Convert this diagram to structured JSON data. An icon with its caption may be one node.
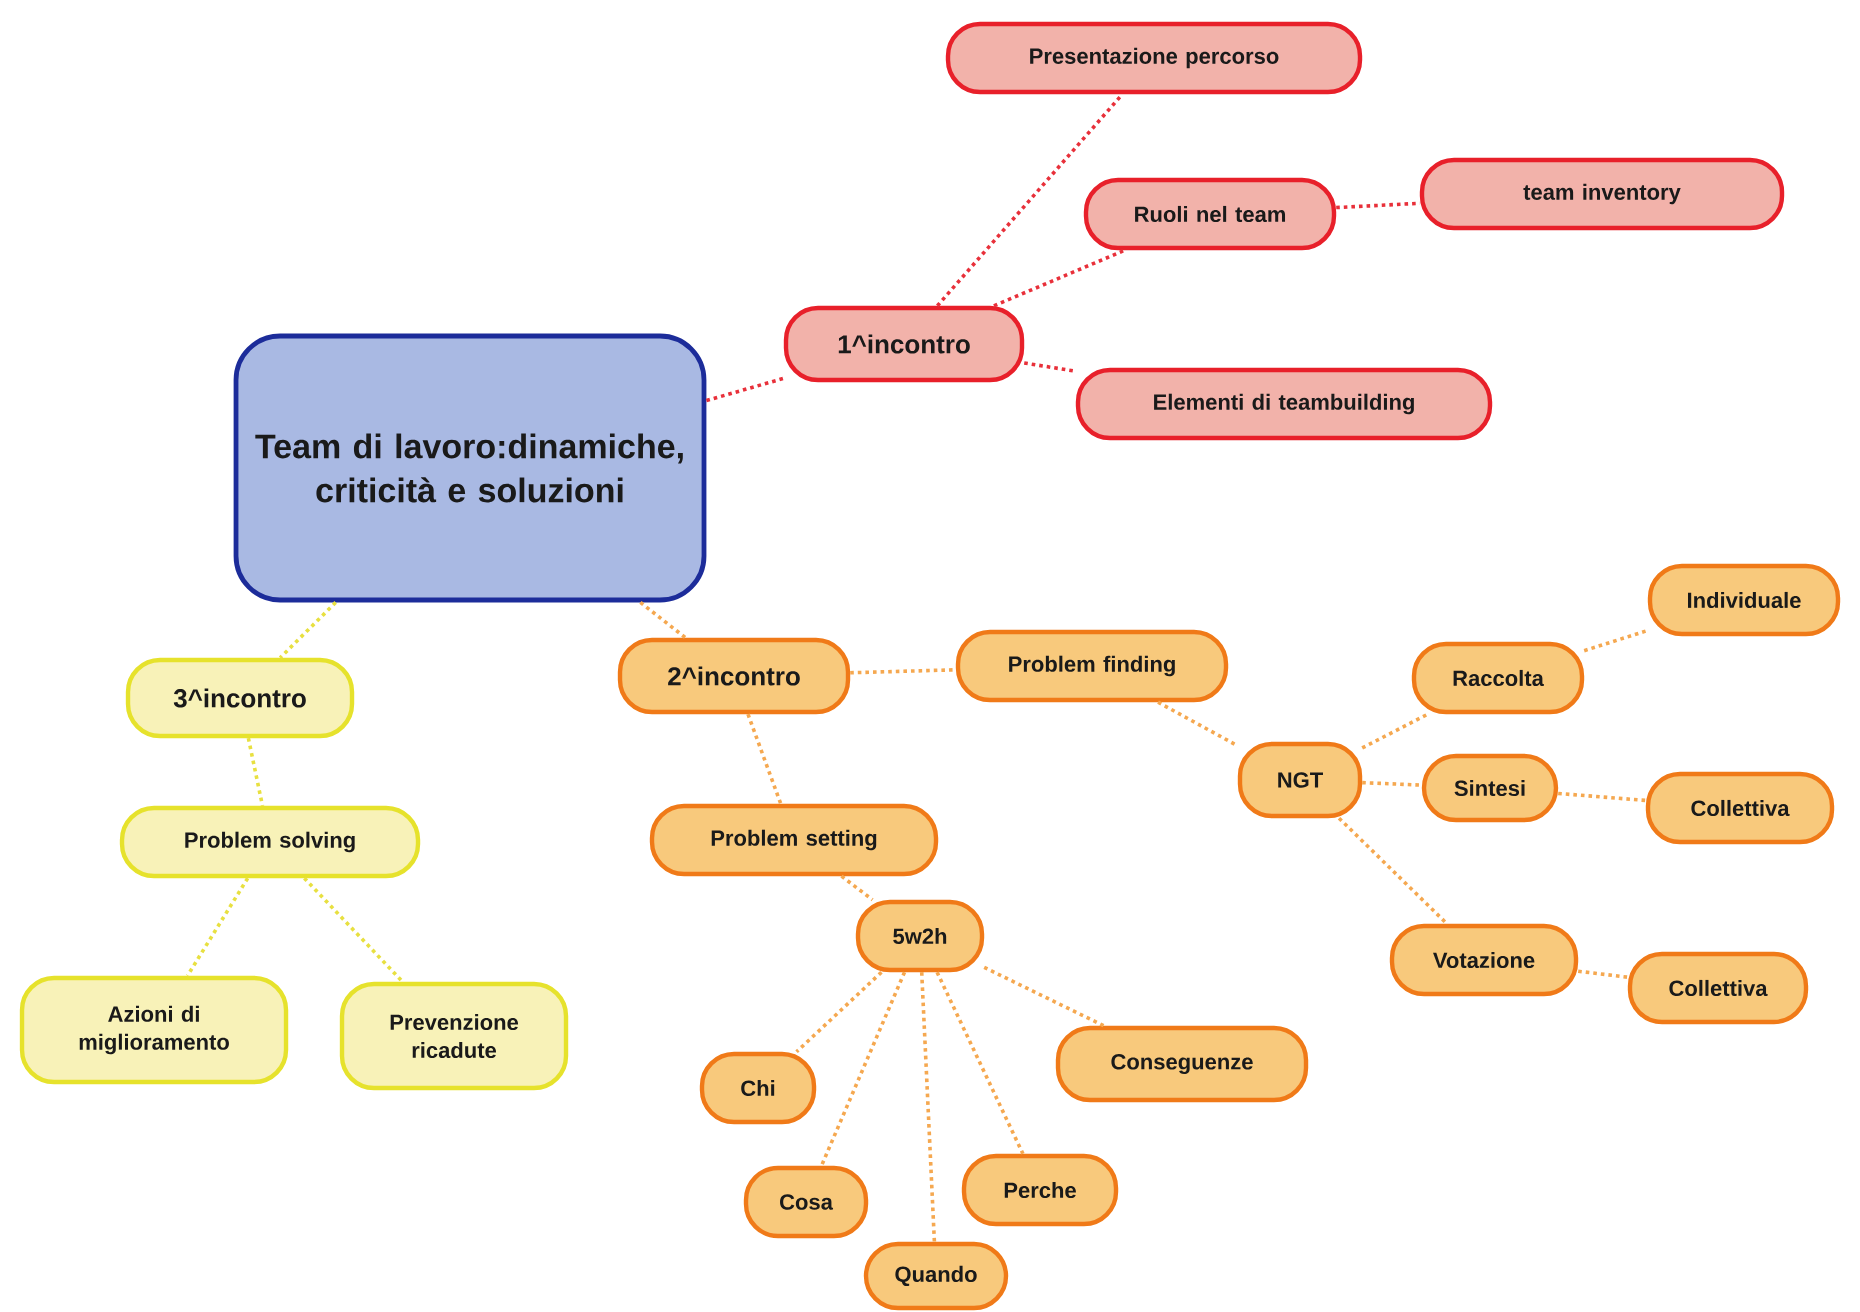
{
  "diagram": {
    "nodes": [
      {
        "text": [
          "Team di lavoro:dinamiche, criticità e soluzioni"
        ]
      },
      {
        "text": [
          "1^incontro"
        ]
      },
      {
        "text": [
          "Presentazione percorso"
        ]
      },
      {
        "text": [
          "Ruoli nel team"
        ]
      },
      {
        "text": [
          "team inventory"
        ]
      },
      {
        "text": [
          "Elementi di teambuilding"
        ]
      },
      {
        "text": [
          "2^incontro"
        ]
      },
      {
        "text": [
          "Problem finding"
        ]
      },
      {
        "text": [
          "NGT"
        ]
      },
      {
        "text": [
          "Raccolta"
        ]
      },
      {
        "text": [
          "Individuale"
        ]
      },
      {
        "text": [
          "Sintesi"
        ]
      },
      {
        "text": [
          "Collettiva"
        ]
      },
      {
        "text": [
          "Votazione"
        ]
      },
      {
        "text": [
          "Collettiva"
        ]
      },
      {
        "text": [
          "Problem setting"
        ]
      },
      {
        "text": [
          "5w2h"
        ]
      },
      {
        "text": [
          "Chi"
        ]
      },
      {
        "text": [
          "Cosa"
        ]
      },
      {
        "text": [
          "Quando"
        ]
      },
      {
        "text": [
          "Perche"
        ]
      },
      {
        "text": [
          "Conseguenze"
        ]
      },
      {
        "text": [
          "3^incontro"
        ]
      },
      {
        "text": [
          "Problem solving"
        ]
      },
      {
        "text": [
          "Azioni di miglioramento"
        ]
      },
      {
        "text": [
          "Prevenzione ricadute"
        ]
      }
    ],
    "edges": [
      {
        "from": 0,
        "to": 1,
        "arrow": "none",
        "color": "#e8303a"
      },
      {
        "from": 1,
        "to": 2,
        "arrow": "none",
        "color": "#e8303a"
      },
      {
        "from": 1,
        "to": 3,
        "arrow": "none",
        "color": "#e8303a"
      },
      {
        "from": 3,
        "to": 4,
        "arrow": "none",
        "color": "#e8303a"
      },
      {
        "from": 1,
        "to": 5,
        "arrow": "none",
        "color": "#e8303a"
      },
      {
        "from": 0,
        "to": 6,
        "arrow": "none"
      },
      {
        "from": 6,
        "to": 7,
        "arrow": "none"
      },
      {
        "from": 7,
        "to": 8,
        "arrow": "none"
      },
      {
        "from": 8,
        "to": 9,
        "arrow": "none"
      },
      {
        "from": 9,
        "to": 10,
        "arrow": "none"
      },
      {
        "from": 8,
        "to": 11,
        "arrow": "none"
      },
      {
        "from": 11,
        "to": 12,
        "arrow": "none"
      },
      {
        "from": 8,
        "to": 13,
        "arrow": "none"
      },
      {
        "from": 13,
        "to": 14,
        "arrow": "none"
      },
      {
        "from": 6,
        "to": 15,
        "arrow": "none"
      },
      {
        "from": 15,
        "to": 16,
        "arrow": "none"
      },
      {
        "from": 16,
        "to": 17,
        "arrow": "none"
      },
      {
        "from": 16,
        "to": 18,
        "arrow": "none"
      },
      {
        "from": 16,
        "to": 19,
        "arrow": "none"
      },
      {
        "from": 16,
        "to": 20,
        "arrow": "none"
      },
      {
        "from": 16,
        "to": 21,
        "arrow": "none"
      },
      {
        "from": 0,
        "to": 22,
        "arrow": "none",
        "color": "#e8e040"
      },
      {
        "from": 22,
        "to": 23,
        "arrow": "none",
        "color": "#e8e040"
      },
      {
        "from": 23,
        "to": 24,
        "arrow": "none",
        "color": "#e8e040"
      },
      {
        "from": 23,
        "to": 25,
        "arrow": "none",
        "color": "#e8e040"
      }
    ]
  }
}
